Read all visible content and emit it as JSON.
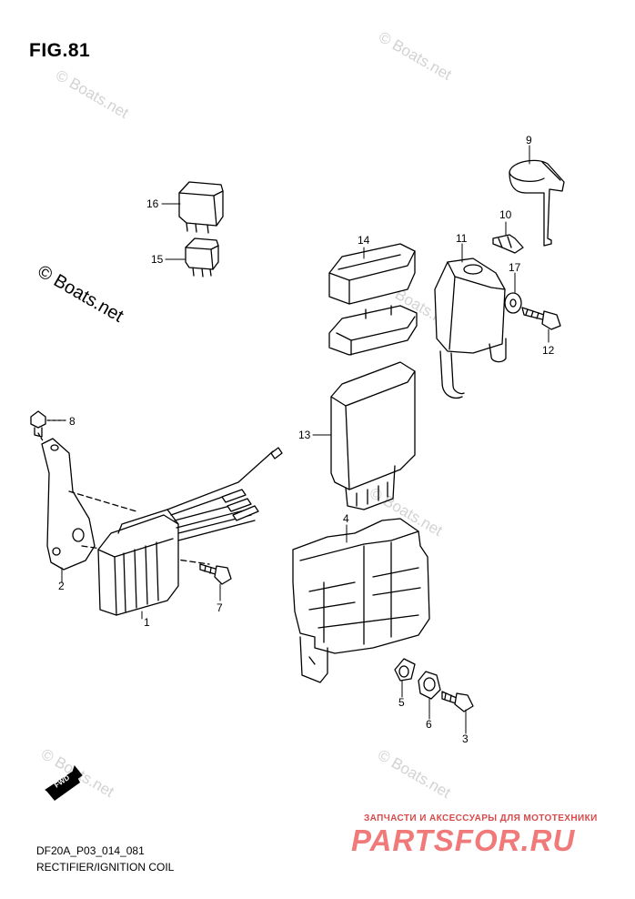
{
  "figure": {
    "title": "FIG.81",
    "code": "DF20A_P03_014_081",
    "subtitle": "RECTIFIER/IGNITION COIL"
  },
  "callouts": [
    "1",
    "2",
    "3",
    "4",
    "5",
    "6",
    "7",
    "8",
    "9",
    "10",
    "11",
    "12",
    "13",
    "14",
    "15",
    "16",
    "17"
  ],
  "watermark": {
    "large": "© Boats.net",
    "small": "© Boats.net"
  },
  "fwd_label": "FWD",
  "branding": {
    "tagline": "ЗАПЧАСТИ И АКСЕССУАРЫ ДЛЯ МОТОТЕХНИКИ",
    "site": "PARTSFOR.RU",
    "tagline_color": "#d64a4a",
    "site_color": "#f07a7a"
  }
}
